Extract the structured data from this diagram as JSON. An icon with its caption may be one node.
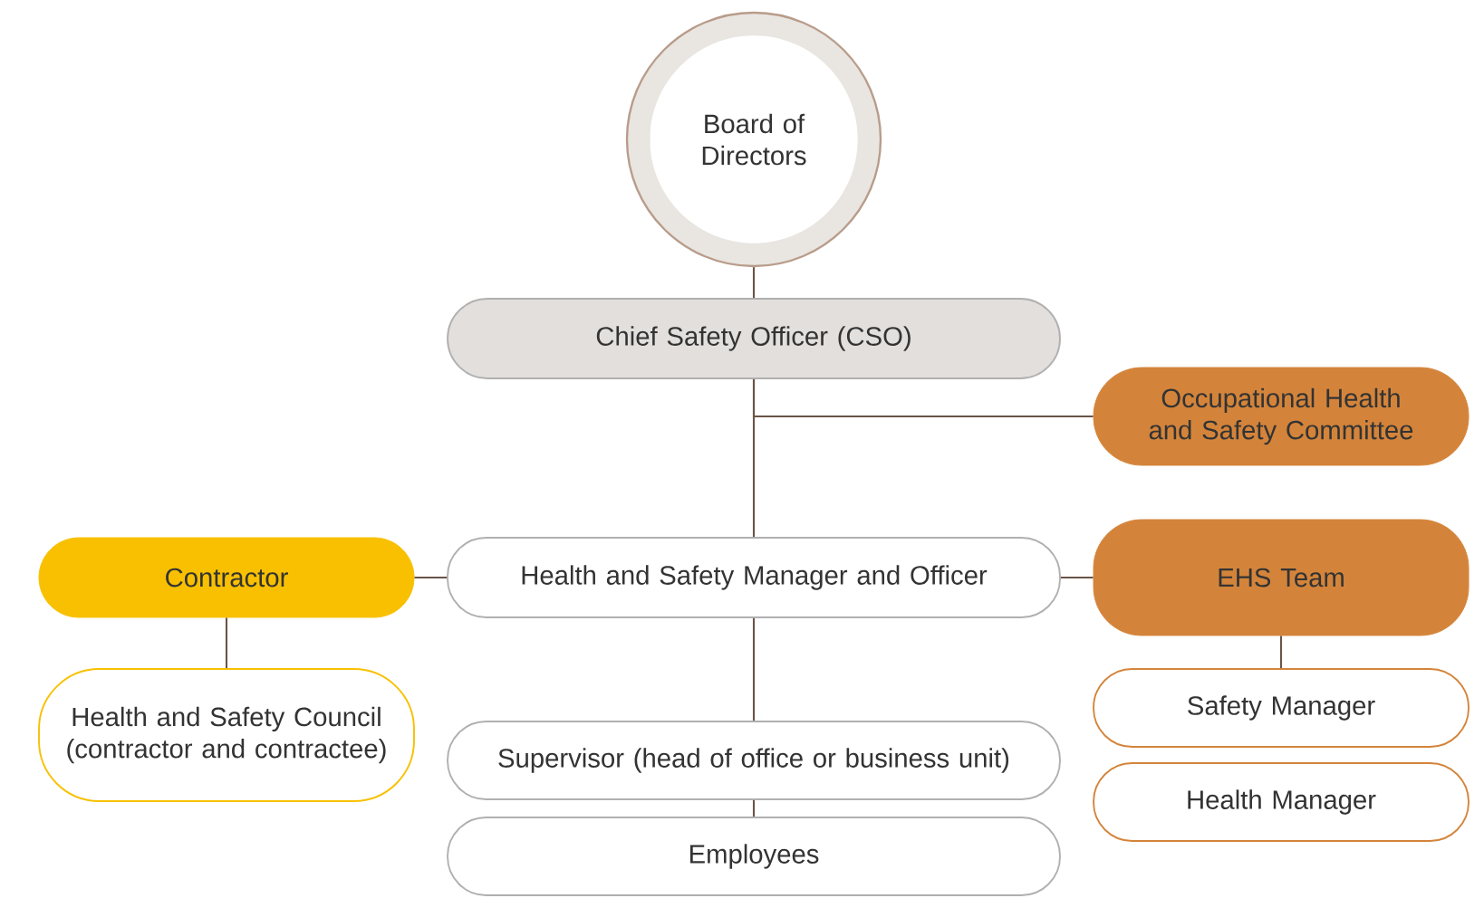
{
  "diagram": {
    "nodes": [
      {
        "text": [
          "Board of Directors"
        ]
      },
      {
        "text": [
          "Chief Safety Officer (CSO)"
        ]
      },
      {
        "text": [
          "Occupational Health and Safety Committee"
        ]
      },
      {
        "text": [
          "Contractor"
        ]
      },
      {
        "text": [
          "Health and Safety Manager and Officer"
        ]
      },
      {
        "text": [
          "EHS Team"
        ]
      },
      {
        "text": [
          "Health and Safety Council (contractor and contractee)"
        ]
      },
      {
        "text": [
          "Supervisor (head of office or business unit)"
        ]
      },
      {
        "text": [
          "Safety Manager"
        ]
      },
      {
        "text": [
          "Employees"
        ]
      },
      {
        "text": [
          "Health Manager"
        ]
      }
    ],
    "edges": [
      {
        "from": 0,
        "to": 1,
        "arrow": "none"
      },
      {
        "from": 1,
        "to": 4,
        "arrow": "none"
      },
      {
        "from": 1,
        "to": 2,
        "arrow": "none"
      },
      {
        "from": 4,
        "to": 3,
        "arrow": "none"
      },
      {
        "from": 4,
        "to": 5,
        "arrow": "none"
      },
      {
        "from": 3,
        "to": 6,
        "arrow": "none"
      },
      {
        "from": 4,
        "to": 7,
        "arrow": "none"
      },
      {
        "from": 7,
        "to": 9,
        "arrow": "none"
      },
      {
        "from": 5,
        "to": 8,
        "arrow": "none"
      }
    ]
  }
}
